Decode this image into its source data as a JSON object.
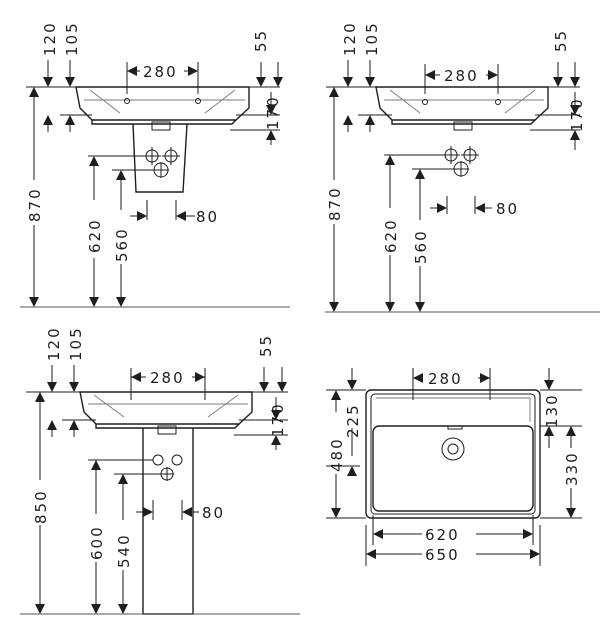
{
  "views": [
    {
      "name": "front-view-pedestal",
      "dims": {
        "top": "120",
        "top2": "105",
        "width": "280",
        "right_top": "55",
        "right_height": "170",
        "total_height": "870",
        "drain_height": "620",
        "drain_height2": "560",
        "drain_spacing": "80"
      }
    },
    {
      "name": "front-view-wall",
      "dims": {
        "top": "120",
        "top2": "105",
        "width": "280",
        "right_top": "55",
        "right_height": "170",
        "total_height": "870",
        "drain_height": "620",
        "drain_height2": "560",
        "drain_spacing": "80"
      }
    },
    {
      "name": "front-view-full-pedestal",
      "dims": {
        "top": "120",
        "top2": "105",
        "width": "280",
        "right_top": "55",
        "right_height": "170",
        "total_height": "850",
        "drain_height": "600",
        "drain_height2": "540",
        "drain_spacing": "80"
      }
    },
    {
      "name": "top-view",
      "dims": {
        "width_top": "280",
        "left_top": "225",
        "left_height": "480",
        "right_top": "130",
        "right_height": "330",
        "inner_width": "620",
        "outer_width": "650"
      }
    }
  ]
}
